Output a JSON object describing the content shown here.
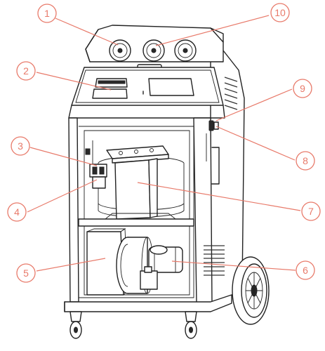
{
  "callouts": [
    {
      "id": "1",
      "label": "1"
    },
    {
      "id": "2",
      "label": "2"
    },
    {
      "id": "3",
      "label": "3"
    },
    {
      "id": "4",
      "label": "4"
    },
    {
      "id": "5",
      "label": "5"
    },
    {
      "id": "6",
      "label": "6"
    },
    {
      "id": "7",
      "label": "7"
    },
    {
      "id": "8",
      "label": "8"
    },
    {
      "id": "9",
      "label": "9"
    },
    {
      "id": "10",
      "label": "10"
    }
  ],
  "colors": {
    "callout": "#e87a6a",
    "line": "#222222",
    "background": "#ffffff"
  }
}
